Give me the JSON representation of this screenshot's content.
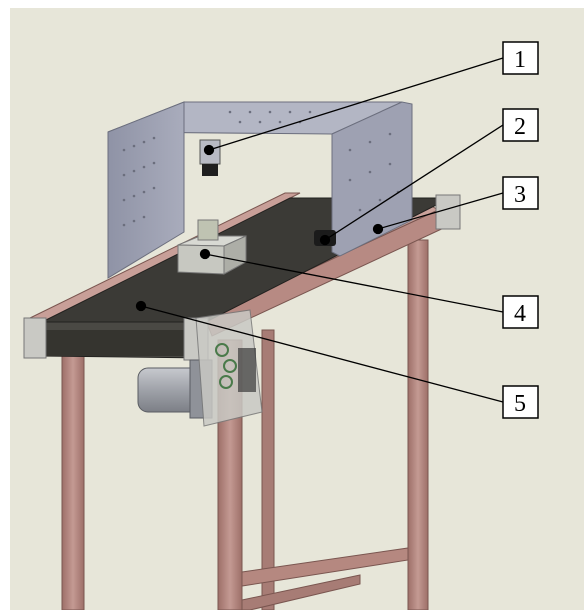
{
  "colors": {
    "background": "#e7e6d9",
    "frame": "#b78a83",
    "belt": "#3b3a36",
    "sheet_metal": "#9c9fb1",
    "housing": "#c9c9c4",
    "motor": "#9fa2a9"
  },
  "callouts": [
    {
      "number": "1"
    },
    {
      "number": "2"
    },
    {
      "number": "3"
    },
    {
      "number": "4"
    },
    {
      "number": "5"
    }
  ]
}
